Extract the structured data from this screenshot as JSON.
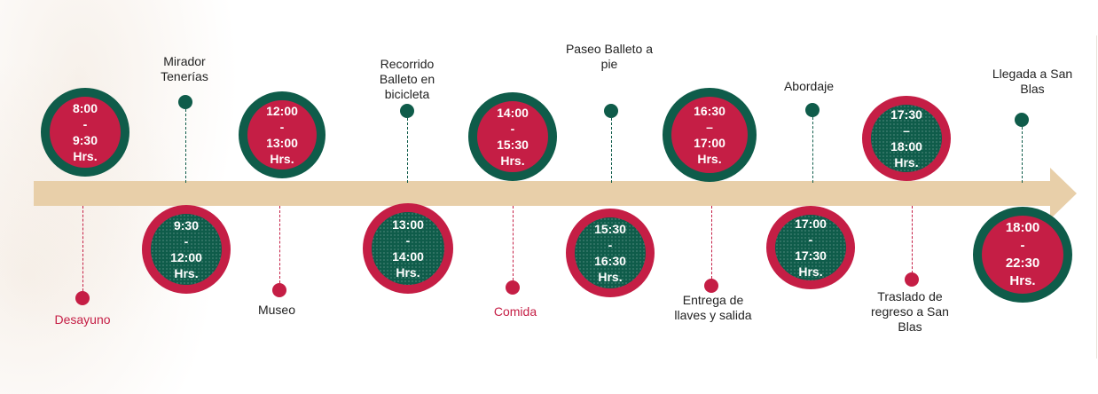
{
  "colors": {
    "green": "#0f5c4a",
    "red": "#c51e45",
    "arrow": "#e8cfa9"
  },
  "events": [
    {
      "time": "8:00\n-\n9:30\nHrs.",
      "label": "Desayuno"
    },
    {
      "time": "9:30\n-\n12:00\nHrs.",
      "label": "Mirador\nTenerías"
    },
    {
      "time": "12:00\n-\n13:00\nHrs.",
      "label": "Museo"
    },
    {
      "time": "13:00\n-\n14:00\nHrs.",
      "label": "Recorrido\nBalleto en\nbicicleta"
    },
    {
      "time": "14:00\n-\n15:30\nHrs.",
      "label": "Comida"
    },
    {
      "time": "15:30\n-\n16:30\nHrs.",
      "label": "Paseo Balleto a\npie"
    },
    {
      "time": "16:30\n–\n17:00\nHrs.",
      "label": "Entrega de\nllaves y salida"
    },
    {
      "time": "17:00\n-\n17:30\nHrs.",
      "label": "Abordaje"
    },
    {
      "time": "17:30\n–\n18:00\nHrs.",
      "label": "Traslado de\nregreso a San\nBlas"
    },
    {
      "time": "18:00\n-\n22:30\nHrs.",
      "label": "Llegada a San\nBlas"
    }
  ]
}
